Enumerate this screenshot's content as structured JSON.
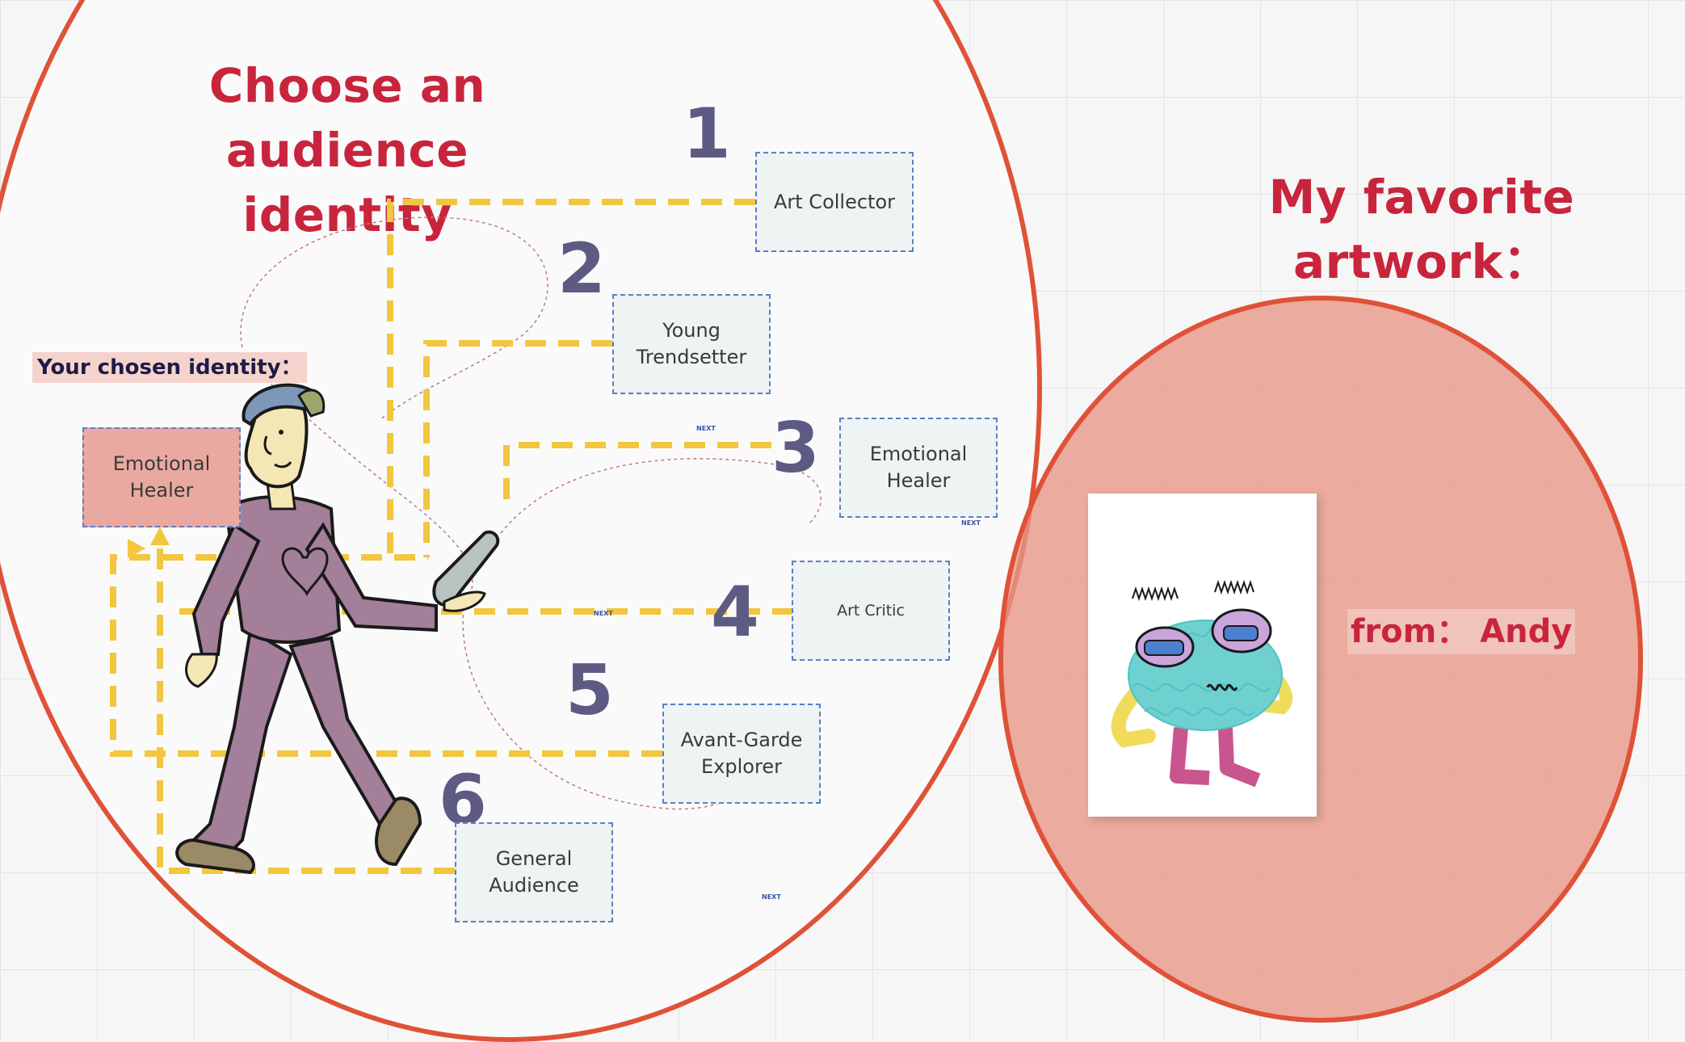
{
  "headings": {
    "choose": "Choose an\naudience identity",
    "favorite": "My  favorite\nartwork："
  },
  "chosen": {
    "label": "Your chosen identity：",
    "value": "Emotional\nHealer"
  },
  "identities": [
    {
      "number": "1",
      "label": "Art Collector"
    },
    {
      "number": "2",
      "label": "Young\nTrendsetter"
    },
    {
      "number": "3",
      "label": "Emotional\nHealer"
    },
    {
      "number": "4",
      "label": "Art Critic"
    },
    {
      "number": "5",
      "label": "Avant-Garde\nExplorer"
    },
    {
      "number": "6",
      "label": "General\nAudience"
    }
  ],
  "next_label": "NEXT",
  "favorite": {
    "from": "from：  Andy"
  },
  "colors": {
    "accent_red": "#c8253d",
    "circle_border": "#df5238",
    "path_yellow": "#f2c63e",
    "number_purple": "#5d5b84",
    "card_border": "#5b7fc6"
  },
  "icons": [
    "walking-man-illustration",
    "monster-artwork",
    "arrow-up-icon",
    "arrow-right-icon"
  ]
}
